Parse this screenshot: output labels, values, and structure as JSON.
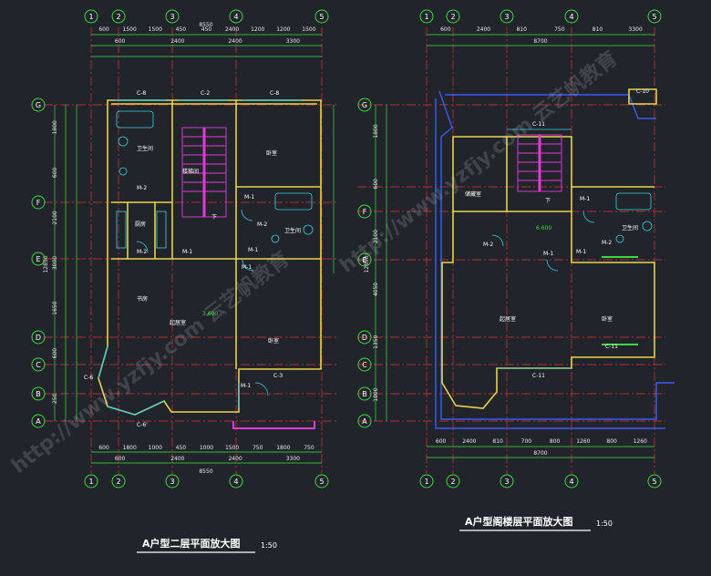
{
  "plans": [
    {
      "title": "A户型二层平面放大图",
      "scale": "1:50",
      "col_labels": [
        "1",
        "2",
        "3",
        "4",
        "5"
      ],
      "row_labels": [
        "G",
        "F",
        "E",
        "D",
        "C",
        "B",
        "A"
      ],
      "top_dims_1": [
        "600",
        "1500",
        "1500",
        "450",
        "450",
        "2400",
        "1200",
        "1200",
        "1500"
      ],
      "top_dims_2": [
        "600",
        "2400",
        "2400",
        "3300"
      ],
      "overall_width": "8550",
      "bottom_dims_1": [
        "600",
        "1800",
        "1000",
        "450",
        "1000",
        "1500",
        "750",
        "1800",
        "750"
      ],
      "bottom_dims_2": [
        "600",
        "2400",
        "2400",
        "3300"
      ],
      "left_dims": [
        "1800",
        "600",
        "2100",
        "3000",
        "1650",
        "600",
        "250"
      ],
      "overall_height": "12850",
      "rooms": [
        "卫生间",
        "厨房",
        "楼梯间",
        "卧室",
        "卫生间",
        "起居室",
        "卧室",
        "书房"
      ],
      "door_labels": [
        "M-1",
        "M-2",
        "M-1",
        "M-1",
        "M-2",
        "M-2",
        "M-1",
        "M-1"
      ],
      "window_labels": [
        "C-8",
        "C-2",
        "C-8",
        "C-6",
        "C-6'",
        "C-3"
      ],
      "level": "3.600",
      "stair_note": "下"
    },
    {
      "title": "A户型阁楼层平面放大图",
      "scale": "1:50",
      "col_labels": [
        "1",
        "2",
        "3",
        "4",
        "5"
      ],
      "row_labels": [
        "G",
        "F",
        "E",
        "D",
        "C",
        "B",
        "A"
      ],
      "top_dims_1": [
        "600",
        "2400",
        "810",
        "750",
        "810",
        "3300"
      ],
      "top_dims_2": [
        "8700"
      ],
      "overall_width": "8700",
      "bottom_dims_1": [
        "600",
        "2400",
        "810",
        "700",
        "800",
        "1260",
        "800",
        "1260"
      ],
      "bottom_dims_2": [
        "8700"
      ],
      "left_dims": [
        "1800",
        "600",
        "2100",
        "4050",
        "1350",
        "1800"
      ],
      "overall_height": "12850",
      "rooms": [
        "储藏室",
        "卫生间",
        "起居室",
        "卧室"
      ],
      "door_labels": [
        "M-1",
        "M-2",
        "M-1",
        "M-1",
        "M-2"
      ],
      "window_labels": [
        "C-10",
        "C-11",
        "C-11",
        "C-11"
      ],
      "level": "6.600",
      "stair_note": "下"
    }
  ],
  "watermark": "http://www.yzfjy.com 云艺帆教育"
}
